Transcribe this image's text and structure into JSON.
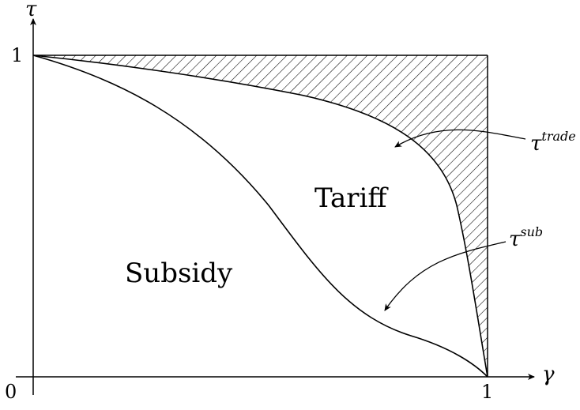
{
  "axes": {
    "x_label": "γ",
    "y_label": "τ",
    "origin_label": "0",
    "x_tick": "1",
    "y_tick": "1"
  },
  "regions": {
    "tariff": "Tariff",
    "subsidy": "Subsidy"
  },
  "curves": {
    "trade": {
      "base": "τ",
      "sup": "trade"
    },
    "sub": {
      "base": "τ",
      "sup": "sub"
    }
  }
}
